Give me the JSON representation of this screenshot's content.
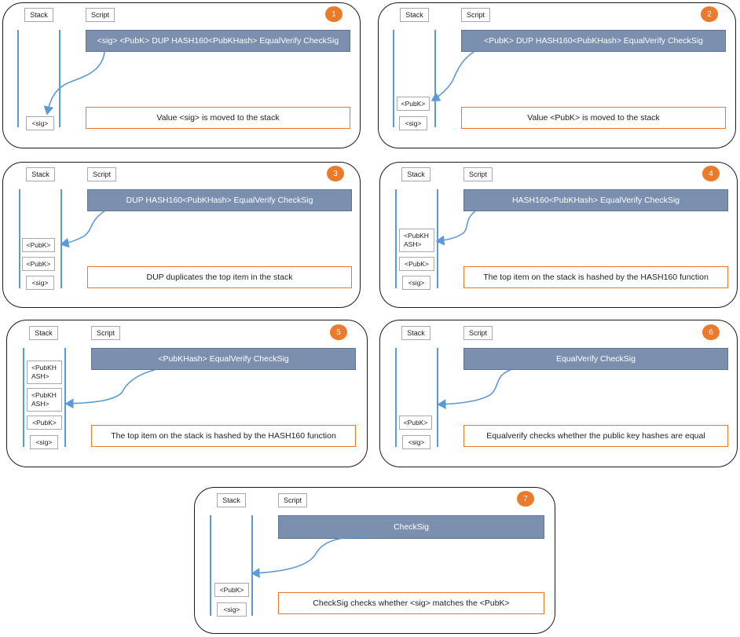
{
  "labels": {
    "stack": "Stack",
    "script": "Script"
  },
  "colors": {
    "accent": "#ec7a2c",
    "bar": "#7b8fae",
    "line": "#5b9bd5"
  },
  "panels": [
    {
      "number": "1",
      "script": "<sig> <PubK> DUP HASH160<PubKHash> EqualVerify CheckSig",
      "caption": "Value <sig> is moved to the stack",
      "stack": [
        "<sig>"
      ]
    },
    {
      "number": "2",
      "script": "<PubK> DUP HASH160<PubKHash> EqualVerify CheckSig",
      "caption": "Value <PubK> is moved to the stack",
      "stack": [
        "<PubK>",
        "<sig>"
      ]
    },
    {
      "number": "3",
      "script": "DUP HASH160<PubKHash> EqualVerify CheckSig",
      "caption": "DUP duplicates the top item in the stack",
      "stack": [
        "<PubK>",
        "<PubK>",
        "<sig>"
      ]
    },
    {
      "number": "4",
      "script": "HASH160<PubKHash> EqualVerify CheckSig",
      "caption": "The top item on the stack is hashed by the HASH160 function",
      "stack": [
        "<PubKH\nASH>",
        "<PubK>",
        "<sig>"
      ]
    },
    {
      "number": "5",
      "script": "<PubKHash> EqualVerify CheckSig",
      "caption": "The top item on the stack is hashed by the HASH160 function",
      "stack": [
        "<PubKH\nASH>",
        "<PubKH\nASH>",
        "<PubK>",
        "<sig>"
      ]
    },
    {
      "number": "6",
      "script": "EqualVerify CheckSig",
      "caption": "Equalverify checks whether the public key hashes are equal",
      "stack": [
        "<PubK>",
        "<sig>"
      ]
    },
    {
      "number": "7",
      "script": "CheckSig",
      "caption": "CheckSig checks whether <sig> matches the <PubK>",
      "stack": [
        "<PubK>",
        "<sig>"
      ]
    }
  ]
}
